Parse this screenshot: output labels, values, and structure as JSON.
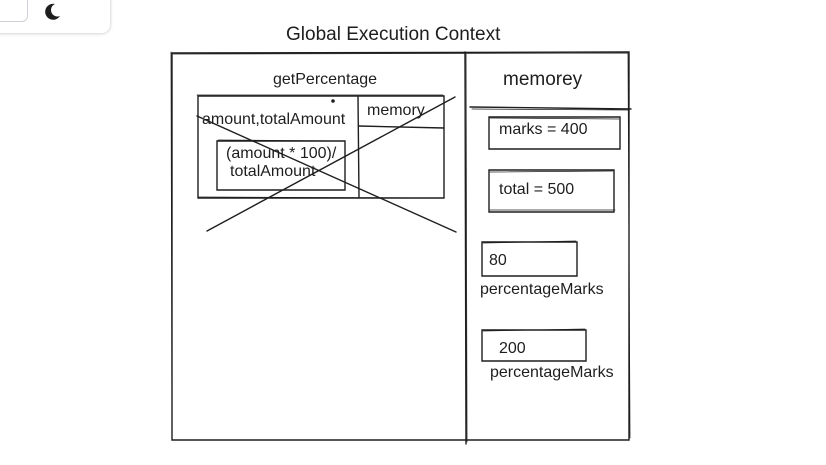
{
  "toolbar": {
    "theme_icon": "moon-icon"
  },
  "diagram": {
    "title": "Global Execution Context",
    "memory_header": "memorey",
    "function_box": {
      "name": "getPercentage",
      "params": "amount,totalAmount",
      "code_line1": "(amount * 100)/",
      "code_line2": "totalAmount",
      "memory_label": "memory"
    },
    "memory_items": [
      {
        "value": "marks = 400",
        "label": ""
      },
      {
        "value": "total = 500",
        "label": ""
      },
      {
        "value": "80",
        "label": "percentageMarks"
      },
      {
        "value": "200",
        "label": "percentageMarks"
      }
    ]
  },
  "colors": {
    "stroke": "#1e1e1e",
    "background": "#ffffff"
  }
}
